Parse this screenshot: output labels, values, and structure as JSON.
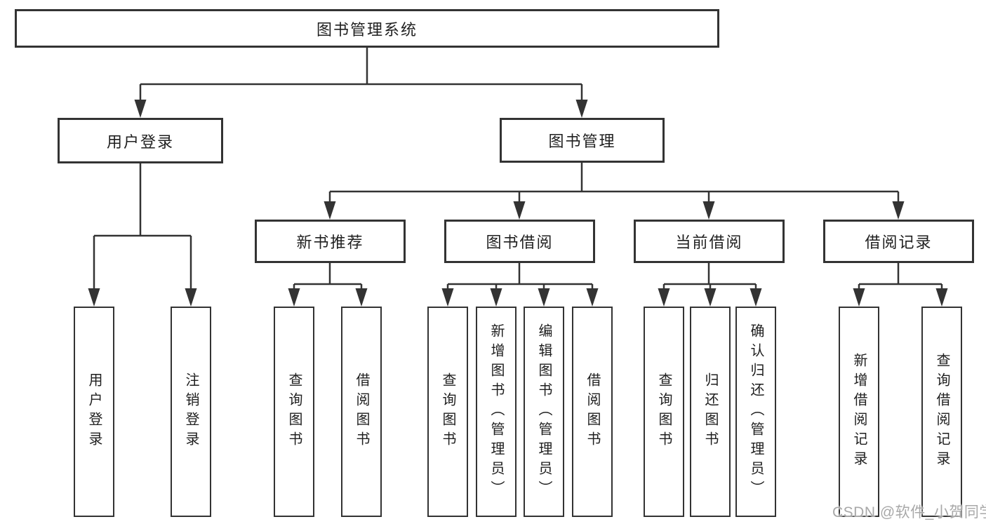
{
  "diagram": {
    "type": "hierarchy",
    "root": {
      "label": "图书管理系统",
      "children": [
        {
          "label": "用户登录",
          "children": [
            {
              "label": "用户登录"
            },
            {
              "label": "注销登录"
            }
          ]
        },
        {
          "label": "图书管理",
          "children": [
            {
              "label": "新书推荐",
              "children": [
                {
                  "label": "查询图书"
                },
                {
                  "label": "借阅图书"
                }
              ]
            },
            {
              "label": "图书借阅",
              "children": [
                {
                  "label": "查询图书"
                },
                {
                  "label": "新增图书（管理员）"
                },
                {
                  "label": "编辑图书（管理员）"
                },
                {
                  "label": "借阅图书"
                }
              ]
            },
            {
              "label": "当前借阅",
              "children": [
                {
                  "label": "查询图书"
                },
                {
                  "label": "归还图书"
                },
                {
                  "label": "确认归还（管理员）"
                }
              ]
            },
            {
              "label": "借阅记录",
              "children": [
                {
                  "label": "新增借阅记录"
                },
                {
                  "label": "查询借阅记录"
                }
              ]
            }
          ]
        }
      ]
    },
    "colors": {
      "line": "#333333",
      "text": "#1f1f1f",
      "box_fill": "#ffffff"
    }
  },
  "watermark": {
    "text": "CSDN @软件_小贺同学",
    "color": "#a8a8a8"
  }
}
